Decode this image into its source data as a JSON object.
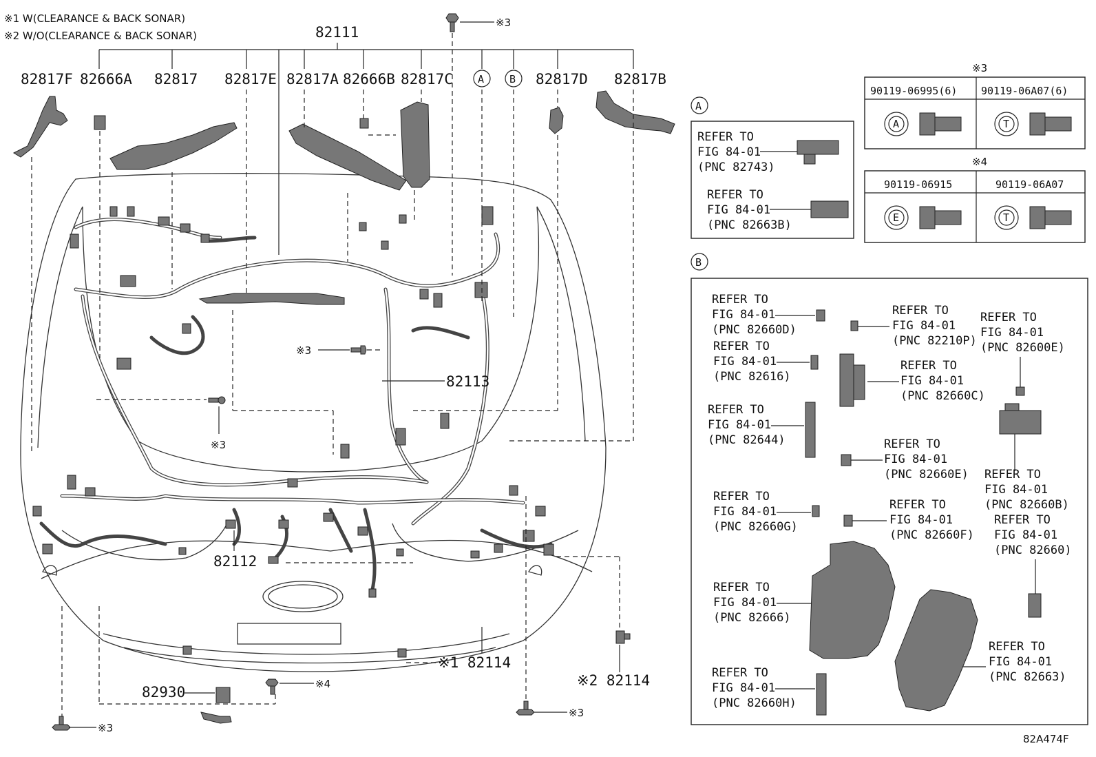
{
  "notes": {
    "note1": "※1 W(CLEARANCE & BACK SONAR)",
    "note2": "※2 W/O(CLEARANCE & BACK SONAR)"
  },
  "main": {
    "top_label": "82111",
    "labels": [
      "82817F",
      "82666A",
      "82817",
      "82817E",
      "82817A",
      "82666B",
      "82817C",
      "82817D",
      "82817B"
    ],
    "circle_a": "A",
    "circle_b": "B",
    "l_82113": "82113",
    "l_82112": "82112",
    "l_82114a": "※1 82114",
    "l_82114b": "※2 82114",
    "l_82930": "82930",
    "mark3": "※3",
    "mark4": "※4",
    "code": "82A474F"
  },
  "bolts": {
    "group3": "※3",
    "group4": "※4",
    "b1": "90119-06995(6)",
    "b2": "90119-06A07(6)",
    "b3": "90119-06915",
    "b4": "90119-06A07",
    "head_a": "A",
    "head_t": "T",
    "head_e": "E"
  },
  "panel_a": {
    "circle": "A",
    "refs": [
      {
        "l1": "REFER TO",
        "l2": "FIG 84-01",
        "l3": "(PNC 82743)"
      },
      {
        "l1": "REFER TO",
        "l2": "FIG 84-01",
        "l3": "(PNC 82663B)"
      }
    ]
  },
  "panel_b": {
    "circle": "B",
    "refs": [
      {
        "l1": "REFER TO",
        "l2": "FIG 84-01",
        "l3": "(PNC 82660D)"
      },
      {
        "l1": "REFER TO",
        "l2": "FIG 84-01",
        "l3": "(PNC 82210P)"
      },
      {
        "l1": "REFER TO",
        "l2": "FIG 84-01",
        "l3": "(PNC 82600E)"
      },
      {
        "l1": "REFER TO",
        "l2": "FIG 84-01",
        "l3": "(PNC 82616)"
      },
      {
        "l1": "REFER TO",
        "l2": "FIG 84-01",
        "l3": "(PNC 82660C)"
      },
      {
        "l1": "REFER TO",
        "l2": "FIG 84-01",
        "l3": "(PNC 82644)"
      },
      {
        "l1": "REFER TO",
        "l2": "FIG 84-01",
        "l3": "(PNC 82660E)"
      },
      {
        "l1": "REFER TO",
        "l2": "FIG 84-01",
        "l3": "(PNC 82660B)"
      },
      {
        "l1": "REFER TO",
        "l2": "FIG 84-01",
        "l3": "(PNC 82660G)"
      },
      {
        "l1": "REFER TO",
        "l2": "FIG 84-01",
        "l3": "(PNC 82660F)"
      },
      {
        "l1": "REFER TO",
        "l2": "FIG 84-01",
        "l3": "(PNC 82660)"
      },
      {
        "l1": "REFER TO",
        "l2": "FIG 84-01",
        "l3": "(PNC 82666)"
      },
      {
        "l1": "REFER TO",
        "l2": "FIG 84-01",
        "l3": "(PNC 82663)"
      },
      {
        "l1": "REFER TO",
        "l2": "FIG 84-01",
        "l3": "(PNC 82660H)"
      }
    ]
  }
}
